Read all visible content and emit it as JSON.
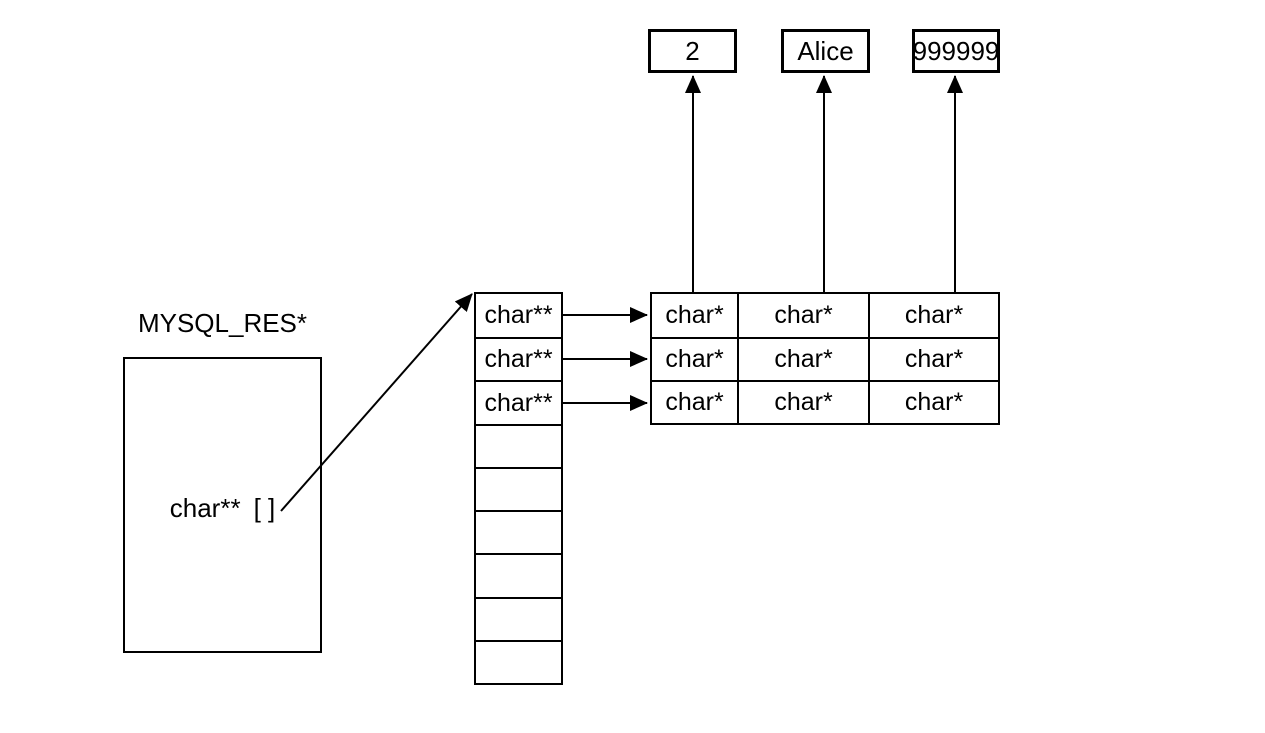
{
  "diagram": {
    "struct": {
      "title": "MYSQL_RES*",
      "field_type": "char**",
      "field_index": "[ ]"
    },
    "row_pointer_array": {
      "cells": [
        "char**",
        "char**",
        "char**",
        "",
        "",
        "",
        "",
        "",
        ""
      ]
    },
    "field_pointer_grid": {
      "rows": [
        [
          "char*",
          "char*",
          "char*"
        ],
        [
          "char*",
          "char*",
          "char*"
        ],
        [
          "char*",
          "char*",
          "char*"
        ]
      ]
    },
    "values": [
      {
        "text": "2"
      },
      {
        "text": "Alice"
      },
      {
        "text": "999999"
      }
    ],
    "colors": {
      "line": "#000000",
      "background": "#ffffff",
      "text": "#000000"
    }
  }
}
